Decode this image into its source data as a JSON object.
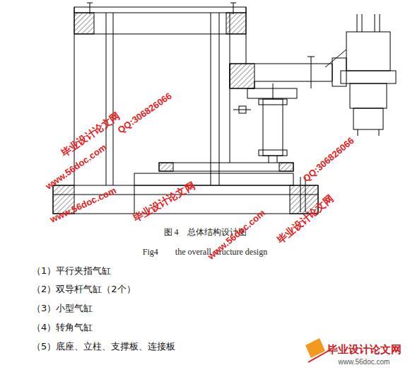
{
  "diagram": {
    "caption": "图 4　总体结构设计图",
    "labels": [
      "Fig4　　the overall structure design",
      "（1）平行夹指气缸",
      "（2）双导杆气缸（2个）",
      "（3）小型气缸",
      "（4）转角气缸",
      "（5）底座、立柱、支撑板、连接板",
      "毕业设计论文网",
      "www.56doc.com",
      "QQ:306826066",
      "www.56doc.com",
      "毕业设计论文网",
      "www.56doc.com",
      "QQ:306826066",
      "毕业设计论文网",
      "毕业设计论文网",
      "www.56doc.com"
    ]
  }
}
